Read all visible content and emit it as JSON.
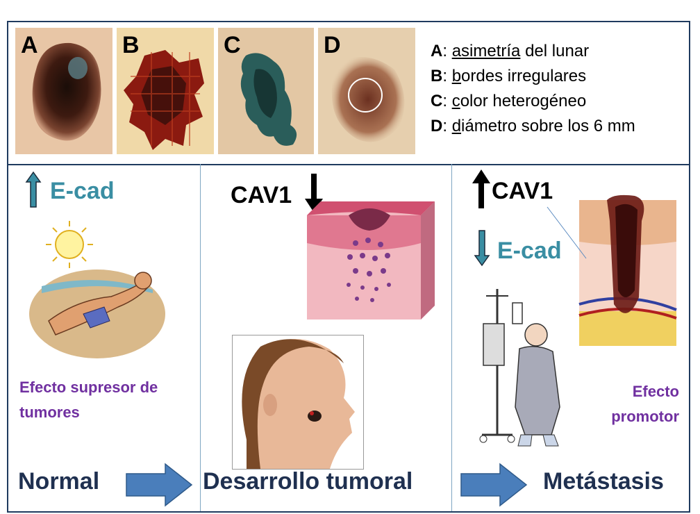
{
  "photos": [
    {
      "letter": "A"
    },
    {
      "letter": "B"
    },
    {
      "letter": "C"
    },
    {
      "letter": "D"
    }
  ],
  "abcd_legend": [
    {
      "key": "A",
      "sep": ": ",
      "initial": "a",
      "underlined_rest": "simetría",
      "rest": " del lunar"
    },
    {
      "key": "B",
      "sep": ": ",
      "initial": "b",
      "underlined_rest": "",
      "rest": "ordes irregulares"
    },
    {
      "key": "C",
      "sep": ": ",
      "initial": "c",
      "underlined_rest": "",
      "rest": "olor heterogéneo"
    },
    {
      "key": "D",
      "sep": ": ",
      "initial": "d",
      "underlined_rest": "",
      "rest": "iámetro sobre los 6 mm"
    }
  ],
  "normal": {
    "marker": "E-cad",
    "effect_line1": "Efecto supresor de",
    "effect_line2": "tumores",
    "stage": "Normal"
  },
  "desarrollo": {
    "marker": "CAV1",
    "stage": "Desarrollo tumoral"
  },
  "metastasis": {
    "marker_up": "CAV1",
    "marker_down": "E-cad",
    "effect_line1": "Efecto",
    "effect_line2": "promotor",
    "stage": "Metástasis"
  },
  "colors": {
    "frame": "#1f3a5f",
    "ecad_text": "#3a8ea3",
    "effect_text": "#7030a0",
    "stage_text": "#1f3050",
    "flow_arrow": "#4a7ebb"
  }
}
